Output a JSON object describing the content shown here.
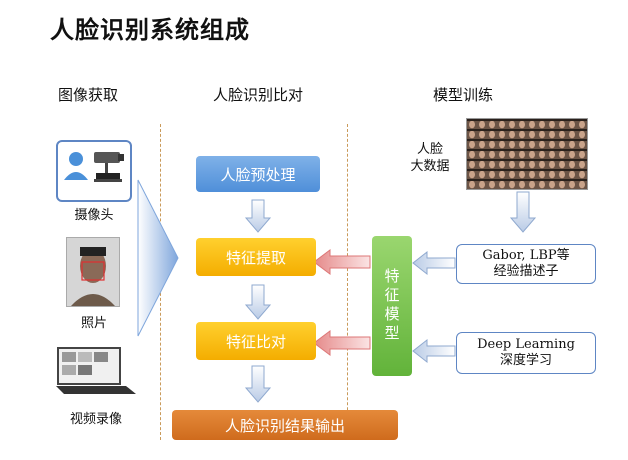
{
  "title": "人脸识别系统组成",
  "columns": {
    "acquire": "图像获取",
    "compare": "人脸识别比对",
    "train": "模型训练"
  },
  "sources": {
    "camera": "摄像头",
    "photo": "照片",
    "video": "视频录像"
  },
  "pipeline": {
    "preprocess": "人脸预处理",
    "extract": "特征提取",
    "compare": "特征比对",
    "output": "人脸识别结果输出"
  },
  "model": {
    "feature_model": "特征模型",
    "bigdata_l1": "人脸",
    "bigdata_l2": "大数据",
    "gabor_l1": "Gabor, LBP等",
    "gabor_l2": "经验描述子",
    "deep_l1": "Deep Learning",
    "deep_l2": "深度学习"
  }
}
